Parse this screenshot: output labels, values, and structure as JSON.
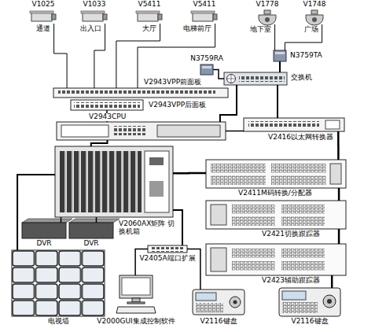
{
  "diagram": {
    "nodes": [
      {
        "text": [
          "V1025",
          "通道"
        ]
      },
      {
        "text": [
          "V1033",
          "出入口"
        ]
      },
      {
        "text": [
          "V5411",
          "大厅"
        ]
      },
      {
        "text": [
          "V5411",
          "电梯前厅"
        ]
      },
      {
        "text": [
          "V1778",
          "地下室"
        ]
      },
      {
        "text": [
          "V1748",
          "广场"
        ]
      },
      {
        "text": [
          "V2943VPP前面板"
        ]
      },
      {
        "text": [
          "N3759RA"
        ]
      },
      {
        "text": [
          "N3759TA"
        ]
      },
      {
        "text": [
          "交换机"
        ]
      },
      {
        "text": [
          "V2943VPP后面板"
        ]
      },
      {
        "text": [
          "V2943CPU"
        ]
      },
      {
        "text": [
          "V2416以太网转换器"
        ]
      },
      {
        "text": [
          "V2060AX矩阵 切换机箱"
        ]
      },
      {
        "text": [
          "DVR"
        ]
      },
      {
        "text": [
          "DVR"
        ]
      },
      {
        "text": [
          "V2411M码转换/分配器"
        ]
      },
      {
        "text": [
          "V2421切换跟踪器"
        ]
      },
      {
        "text": [
          "V2423辅助跟踪器"
        ]
      },
      {
        "text": [
          "V2405A端口扩展"
        ]
      },
      {
        "text": [
          "电视墙"
        ]
      },
      {
        "text": [
          "V2000GUI集成控制软件"
        ]
      },
      {
        "text": [
          "V2116键盘"
        ]
      },
      {
        "text": [
          "V2116键盘"
        ]
      }
    ],
    "edges": [
      {
        "from": 0,
        "to": 6,
        "arrow": "none"
      },
      {
        "from": 1,
        "to": 6,
        "arrow": "none"
      },
      {
        "from": 2,
        "to": 6,
        "arrow": "none"
      },
      {
        "from": 3,
        "to": 6,
        "arrow": "none"
      },
      {
        "from": 4,
        "to": 8,
        "arrow": "none"
      },
      {
        "from": 5,
        "to": 8,
        "arrow": "none"
      },
      {
        "from": 8,
        "to": 9,
        "arrow": "none"
      },
      {
        "from": 7,
        "to": 9,
        "arrow": "none"
      },
      {
        "from": 9,
        "to": 11,
        "arrow": "none"
      },
      {
        "from": 9,
        "to": 12,
        "arrow": "none"
      },
      {
        "from": 11,
        "to": 13,
        "arrow": "none"
      },
      {
        "from": 13,
        "to": 14,
        "arrow": "none"
      },
      {
        "from": 13,
        "to": 15,
        "arrow": "none"
      },
      {
        "from": 13,
        "to": 20,
        "arrow": "none"
      },
      {
        "from": 13,
        "to": 16,
        "arrow": "none"
      },
      {
        "from": 13,
        "to": 19,
        "arrow": "none"
      },
      {
        "from": 19,
        "to": 21,
        "arrow": "none"
      },
      {
        "from": 19,
        "to": 22,
        "arrow": "none"
      },
      {
        "from": 12,
        "to": 16,
        "arrow": "none"
      },
      {
        "from": 16,
        "to": 17,
        "arrow": "none"
      },
      {
        "from": 17,
        "to": 18,
        "arrow": "none"
      },
      {
        "from": 18,
        "to": 23,
        "arrow": "none"
      },
      {
        "from": 10,
        "to": 11,
        "arrow": "none"
      },
      {
        "from": 11,
        "to": 12,
        "arrow": "none"
      }
    ]
  }
}
